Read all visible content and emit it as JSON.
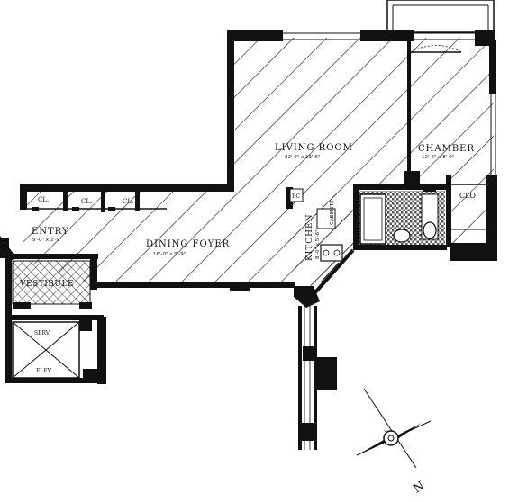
{
  "colors": {
    "ink": "#111111",
    "paper": "#ffffff"
  },
  "rooms": {
    "living_room": {
      "name": "LIVING ROOM",
      "dims": "22' 0\" x 13'-6\""
    },
    "chamber": {
      "name": "CHAMBER",
      "dims": "12'-6\" x 8'-0\""
    },
    "dining_foyer": {
      "name": "DINING FOYER",
      "dims": "16'-0\" x 9'-9\""
    },
    "entry": {
      "name": "ENTRY",
      "dims": "9'-0\" x 3'-9\""
    },
    "vestibule": {
      "name": "VESTIBULE"
    },
    "kitchen": {
      "name": "KITCHEN",
      "dims": "8'-0\" x 5'-6\""
    }
  },
  "closets": {
    "cl_1": "CL.",
    "cl_2": "CL.",
    "cl_3": "CL.",
    "clo": "CLO"
  },
  "fixtures": {
    "bc": "BC",
    "kitchen_cabinets": "CABINETS"
  },
  "service": {
    "serv": "SERV.",
    "elev": "ELEV."
  },
  "compass": {
    "north": "N"
  }
}
